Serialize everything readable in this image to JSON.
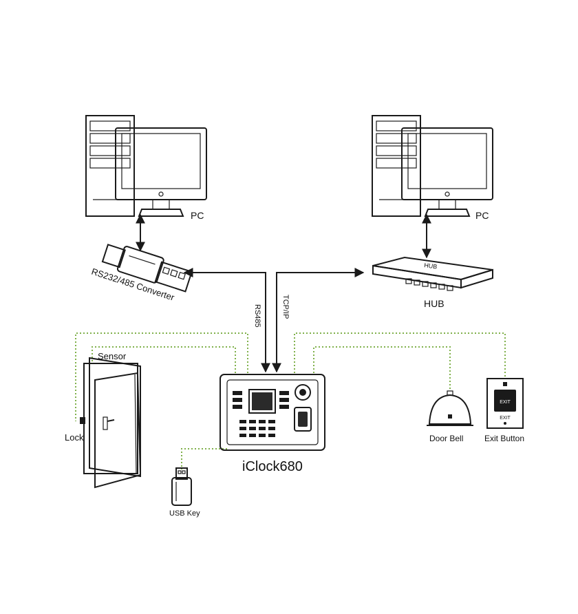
{
  "labels": {
    "pc_left": "PC",
    "pc_right": "PC",
    "converter": "RS232/485 Converter",
    "hub": "HUB",
    "hub_badge": "HUB",
    "rs485": "RS485",
    "tcpip": "TCP/IP",
    "sensor": "Sensor",
    "lock": "Lock",
    "device": "iClock680",
    "door_bell": "Door Bell",
    "exit_button": "Exit Button",
    "usb_key": "USB Key"
  },
  "colors": {
    "ink": "#1a1a1a",
    "dotted_wire": "#7fb04a",
    "background": "#ffffff"
  }
}
